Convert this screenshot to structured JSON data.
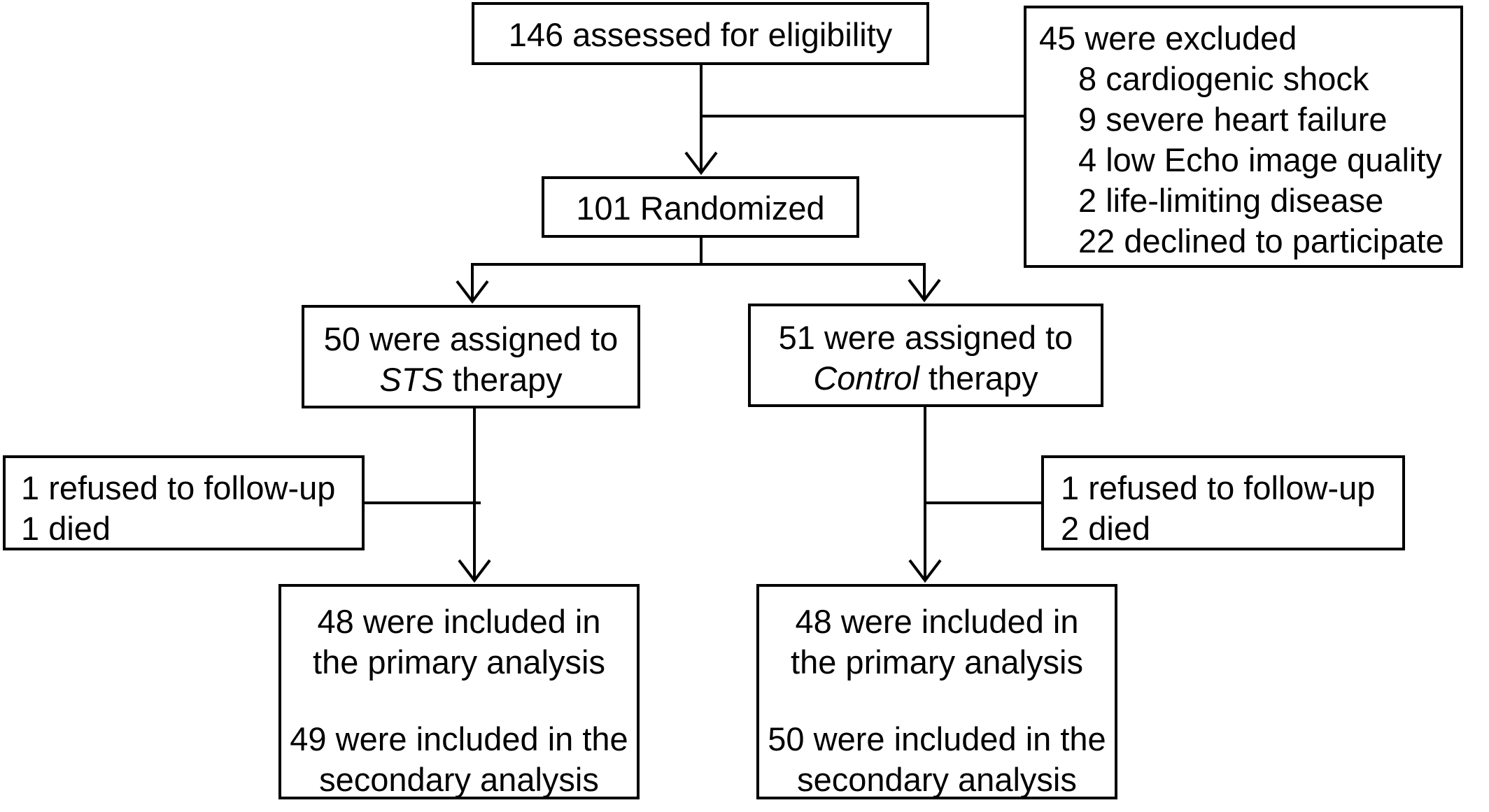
{
  "flow": {
    "eligibility": {
      "text": "146 assessed for eligibility"
    },
    "excluded": {
      "title": "45 were excluded",
      "reasons": [
        "8 cardiogenic shock",
        "9 severe heart failure",
        "4 low Echo image quality",
        "2 life-limiting disease",
        "22 declined to participate"
      ]
    },
    "randomized": {
      "text": "101 Randomized"
    },
    "sts_arm": {
      "line1": "50 were assigned to",
      "group": "STS",
      "suffix": " therapy"
    },
    "control_arm": {
      "line1": "51 were assigned to",
      "group": "Control",
      "suffix": " therapy"
    },
    "sts_loss": {
      "lines": [
        "1 refused to follow-up",
        "1 died"
      ]
    },
    "control_loss": {
      "lines": [
        "1 refused to follow-up",
        "2 died"
      ]
    },
    "sts_analysis": {
      "primary": [
        "48 were included in",
        "the primary analysis"
      ],
      "secondary": [
        "49 were included in the",
        "secondary analysis"
      ]
    },
    "control_analysis": {
      "primary": [
        "48 were included in",
        "the primary analysis"
      ],
      "secondary": [
        "50 were included in the",
        "secondary analysis"
      ]
    }
  }
}
